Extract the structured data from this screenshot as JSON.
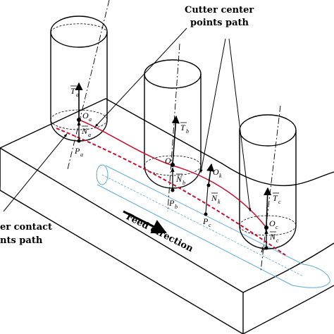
{
  "labels": {
    "cutter_center_path_line1": "Cutter center",
    "cutter_center_path_line2": "points path",
    "cutter_contact_path_line1": "er contact",
    "cutter_contact_path_line2": "nts path",
    "feed_direction": "Feed direction"
  },
  "symbols": {
    "T": "T",
    "N": "N",
    "O": "O",
    "P": "P",
    "sub_a": "a",
    "sub_b": "b",
    "sub_c": "c",
    "sub_k": "k"
  },
  "colors": {
    "outline": "#000000",
    "cc_path": "#c8102e",
    "cl_path": "#c8102e",
    "cylinder": "#5aa9d6"
  }
}
